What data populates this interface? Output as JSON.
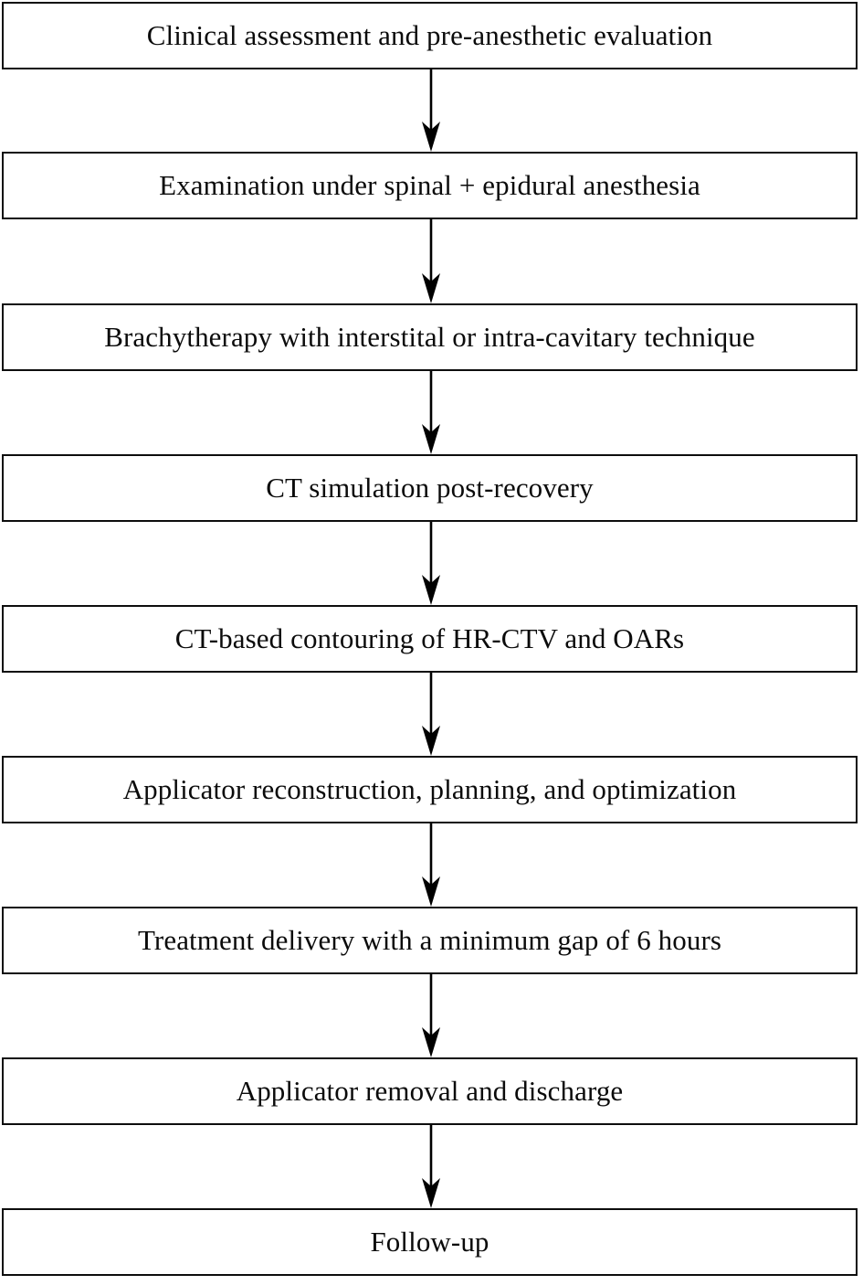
{
  "diagram": {
    "title": "Brachytherapy workflow flowchart",
    "type": "flowchart",
    "orientation": "vertical",
    "colors": {
      "box_border": "#0d0d0d",
      "box_fill": "#ffffff",
      "text": "#0b0b0b",
      "arrow": "#000000",
      "background": "#ffffff"
    },
    "steps": [
      {
        "id": "step-1",
        "label": "Clinical assessment and pre-anesthetic evaluation"
      },
      {
        "id": "step-2",
        "label": "Examination under spinal + epidural anesthesia"
      },
      {
        "id": "step-3",
        "label": "Brachytherapy with interstital or intra-cavitary technique"
      },
      {
        "id": "step-4",
        "label": "CT simulation post-recovery"
      },
      {
        "id": "step-5",
        "label": "CT-based contouring of HR-CTV and OARs"
      },
      {
        "id": "step-6",
        "label": "Applicator reconstruction, planning, and optimization"
      },
      {
        "id": "step-7",
        "label": "Treatment delivery with a minimum gap of 6 hours"
      },
      {
        "id": "step-8",
        "label": "Applicator removal and discharge"
      },
      {
        "id": "step-9",
        "label": "Follow-up"
      }
    ],
    "connectors": [
      {
        "id": "arrow-1",
        "from": "step-1",
        "to": "step-2",
        "marker": "arrowhead-down"
      },
      {
        "id": "arrow-2",
        "from": "step-2",
        "to": "step-3",
        "marker": "arrowhead-down"
      },
      {
        "id": "arrow-3",
        "from": "step-3",
        "to": "step-4",
        "marker": "arrowhead-down"
      },
      {
        "id": "arrow-4",
        "from": "step-4",
        "to": "step-5",
        "marker": "arrowhead-down"
      },
      {
        "id": "arrow-5",
        "from": "step-5",
        "to": "step-6",
        "marker": "arrowhead-down"
      },
      {
        "id": "arrow-6",
        "from": "step-6",
        "to": "step-7",
        "marker": "arrowhead-down"
      },
      {
        "id": "arrow-7",
        "from": "step-7",
        "to": "step-8",
        "marker": "arrowhead-down"
      },
      {
        "id": "arrow-8",
        "from": "step-8",
        "to": "step-9",
        "marker": "arrowhead-down"
      }
    ]
  }
}
